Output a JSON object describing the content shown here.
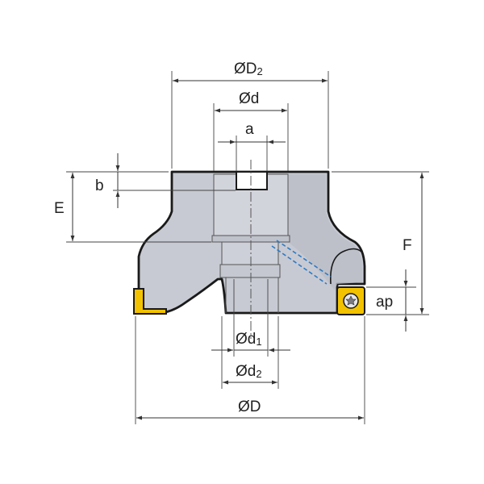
{
  "labels": {
    "D2": {
      "main": "ØD",
      "sub": "2"
    },
    "d": "Ød",
    "a": "a",
    "b": "b",
    "E": "E",
    "F": "F",
    "ap": "ap",
    "d1": {
      "main": "Ød",
      "sub": "1"
    },
    "d2": {
      "main": "Ød",
      "sub": "2"
    },
    "D": "ØD"
  },
  "colors": {
    "body_fill": "#c8cad3",
    "body_shade": "#b9bcc6",
    "bore_fill": "#d2d4dc",
    "outline": "#1a1a1a",
    "insert": "#f2c200",
    "coolant": "#2e7bc4",
    "dimension": "#333333"
  },
  "icons": {
    "screw": "torx-screw-icon",
    "arrow": "dimension-arrow-icon"
  }
}
